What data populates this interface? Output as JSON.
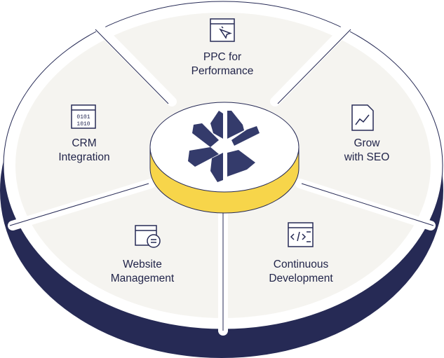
{
  "colors": {
    "navy": "#262a55",
    "yellow": "#f7d54a",
    "panel": "#f5f4f0",
    "logo": "#343b6b"
  },
  "segments": [
    {
      "id": "ppc",
      "line1": "PPC for",
      "line2": "Performance",
      "icon": "browser-cursor-icon"
    },
    {
      "id": "seo",
      "line1": "Grow",
      "line2": "with SEO",
      "icon": "document-chart-icon"
    },
    {
      "id": "dev",
      "line1": "Continuous",
      "line2": "Development",
      "icon": "code-window-icon"
    },
    {
      "id": "web",
      "line1": "Website",
      "line2": "Management",
      "icon": "browser-settings-icon"
    },
    {
      "id": "crm",
      "line1": "CRM",
      "line2": "Integration",
      "icon": "binary-window-icon"
    }
  ]
}
